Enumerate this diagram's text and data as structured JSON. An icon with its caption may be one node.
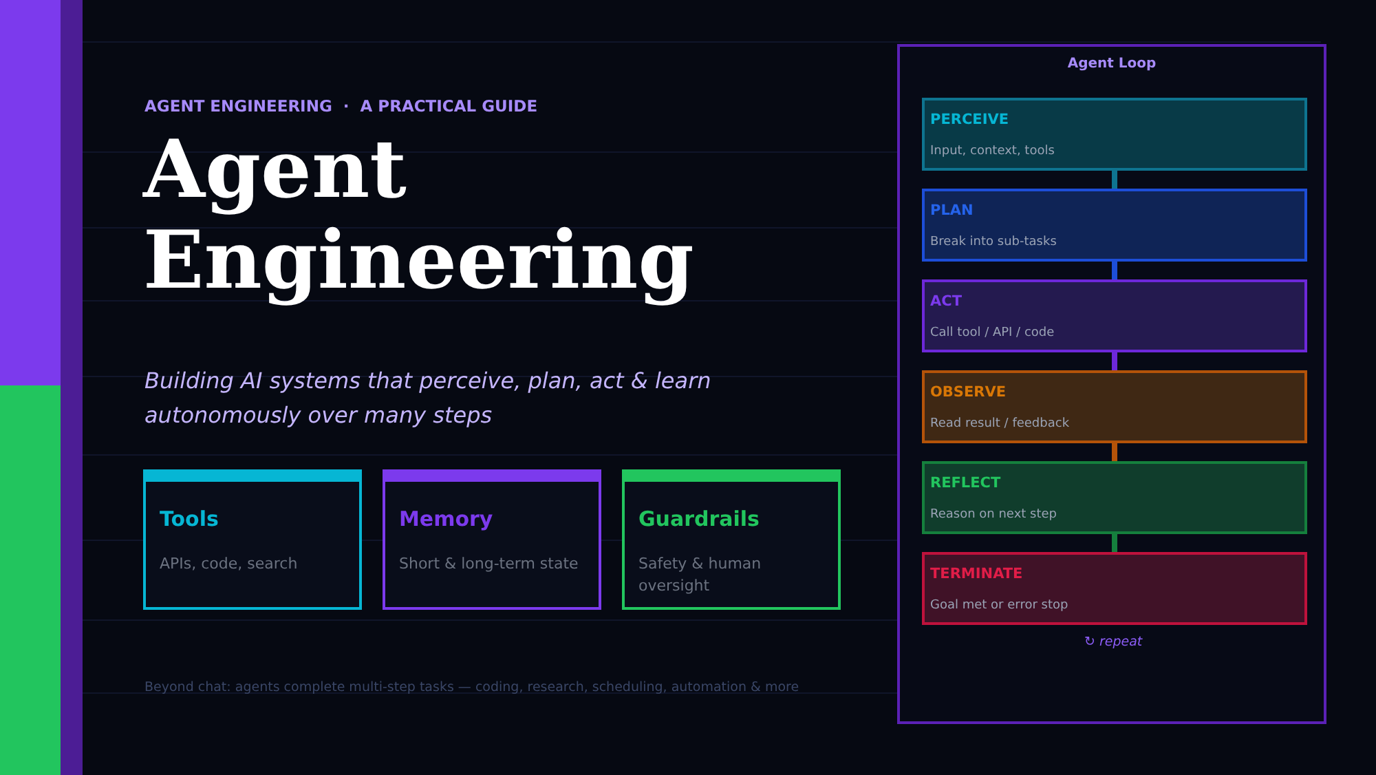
{
  "diagram": {
    "title": "Agent Engineering",
    "nodes": [
      {
        "text": [
          "Agent Loop"
        ]
      },
      {
        "text": [
          "PERCEIVE",
          "Input, context, tools"
        ],
        "in": 0
      },
      {
        "text": [
          "PLAN",
          "Break into sub-tasks"
        ],
        "in": 0
      },
      {
        "text": [
          "ACT",
          "Call tool / API / code"
        ],
        "in": 0
      },
      {
        "text": [
          "OBSERVE",
          "Read result / feedback"
        ],
        "in": 0
      },
      {
        "text": [
          "REFLECT",
          "Reason on next step"
        ],
        "in": 0
      },
      {
        "text": [
          "TERMINATE",
          "Goal met or error stop"
        ],
        "in": 0
      },
      {
        "text": [
          "Tools",
          "APIs, code, search"
        ]
      },
      {
        "text": [
          "Memory",
          "Short & long-term state"
        ]
      },
      {
        "text": [
          "Guardrails",
          "Safety & human oversight"
        ]
      }
    ],
    "edges": [
      {
        "from": 1,
        "to": 2,
        "arrow": "none",
        "color": "#0e7490"
      },
      {
        "from": 2,
        "to": 3,
        "arrow": "none",
        "color": "#1d4ed8"
      },
      {
        "from": 3,
        "to": 4,
        "arrow": "none",
        "color": "#6d28d9"
      },
      {
        "from": 4,
        "to": 5,
        "arrow": "none",
        "color": "#b45309"
      },
      {
        "from": 5,
        "to": 6,
        "arrow": "none",
        "color": "#15803d"
      }
    ],
    "labels": [
      "AGENT ENGINEERING  ·  A PRACTICAL GUIDE",
      "Building AI systems that perceive, plan, act & learn autonomously over many steps",
      "Beyond chat: agents complete multi-step tasks — coding, research, scheduling, automation & more",
      "↻ repeat"
    ]
  }
}
